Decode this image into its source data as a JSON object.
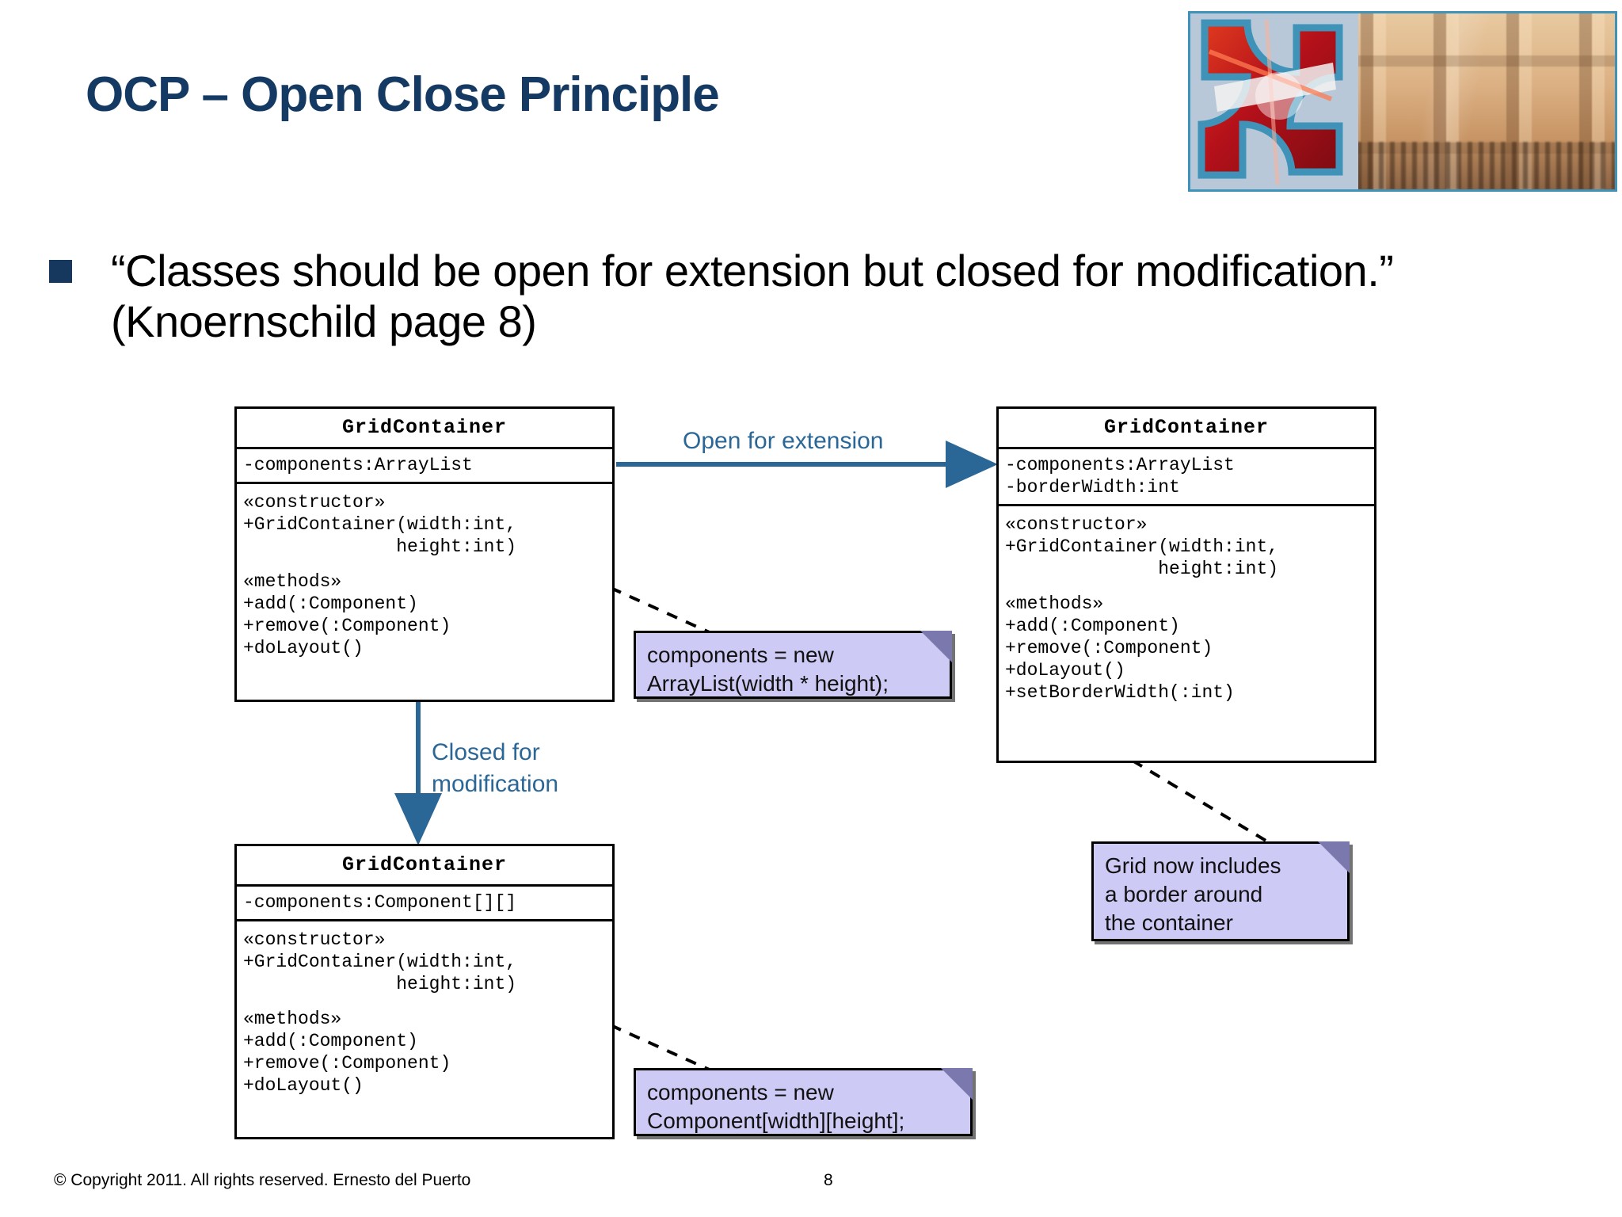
{
  "slide": {
    "title": "OCP – Open Close Principle",
    "bullet": "“Classes should be open for extension but closed for modification.” (Knoernschild page 8)",
    "footer": "© Copyright 2011. All rights reserved. Ernesto del  Puerto",
    "page_number": "8",
    "accent_color": "#143a63",
    "bullet_color": "#16375e",
    "arrow_color": "#2b6796",
    "note_fill": "#cdcaf5",
    "note_fold": "#7b78ae"
  },
  "header_image": {
    "alt": "university-logo-banner",
    "logo_color_primary": "#c41d1d",
    "logo_color_outline": "#3f93b8",
    "photo_tone": "#c79464"
  },
  "diagram": {
    "classes": [
      {
        "id": "original",
        "name": "GridContainer",
        "attributes": [
          "-components:ArrayList"
        ],
        "operations": [
          "«constructor»",
          "+GridContainer(width:int,",
          "              height:int)",
          "",
          "«methods»",
          "+add(:Component)",
          "+remove(:Component)",
          "+doLayout()"
        ]
      },
      {
        "id": "extended",
        "name": "GridContainer",
        "attributes": [
          "-components:ArrayList",
          "-borderWidth:int"
        ],
        "operations": [
          "«constructor»",
          "+GridContainer(width:int,",
          "              height:int)",
          "",
          "«methods»",
          "+add(:Component)",
          "+remove(:Component)",
          "+doLayout()",
          "+setBorderWidth(:int)"
        ]
      },
      {
        "id": "modified",
        "name": "GridContainer",
        "attributes": [
          "-components:Component[][]"
        ],
        "operations": [
          "«constructor»",
          "+GridContainer(width:int,",
          "              height:int)",
          "",
          "«methods»",
          "+add(:Component)",
          "+remove(:Component)",
          "+doLayout()"
        ]
      }
    ],
    "notes": [
      {
        "id": "note-arraylist",
        "lines": [
          "components = new",
          "ArrayList(width * height);"
        ]
      },
      {
        "id": "note-border",
        "lines": [
          "Grid now includes",
          "a border around",
          "the container"
        ]
      },
      {
        "id": "note-component-array",
        "lines": [
          "components = new",
          "Component[width][height];"
        ]
      }
    ],
    "arrows": [
      {
        "id": "open-for-extension",
        "label": "Open for extension"
      },
      {
        "id": "closed-for-modification",
        "label_line1": "Closed for",
        "label_line2": "modification"
      }
    ]
  }
}
